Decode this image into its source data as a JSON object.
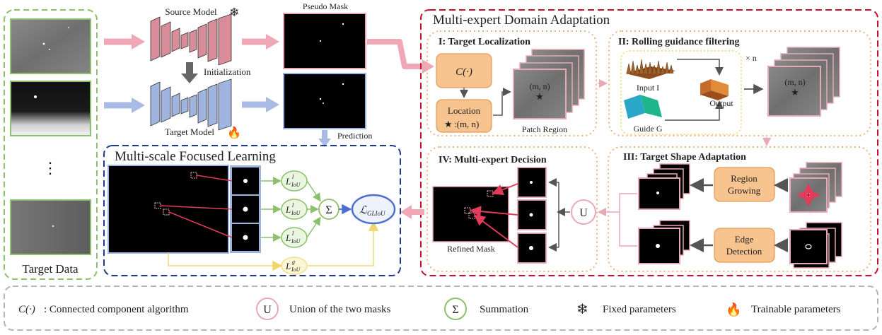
{
  "source_model": "Source Model",
  "target_model": "Target Model",
  "initialization": "Initialization",
  "pseudo_mask": "Pseudo Mask",
  "prediction": "Prediction",
  "target_data": "Target Data",
  "dots": "⋮",
  "mda_title": "Multi-expert Domain Adaptation",
  "mfl_title": "Multi-scale Focused Learning",
  "panel1": {
    "title": "I:  Target Localization",
    "cc": "C(·)",
    "location": "Location",
    "location_coord": ":(m, n)",
    "patch_coord": "(m, n)",
    "patch_region": "Patch Region"
  },
  "panel2": {
    "title": "II:  Rolling guidance filtering",
    "times_n": "× n",
    "input": "Input I",
    "guide": "Guide G",
    "output": "Output",
    "out_coord": "(m, n)"
  },
  "panel3": {
    "title": "III:  Target Shape Adaptation",
    "region_growing": [
      "Region",
      "Growing"
    ],
    "edge_detection": [
      "Edge",
      "Detection"
    ]
  },
  "panel4": {
    "title": "IV:  Multi-expert Decision",
    "refined_mask": "Refined Mask",
    "union_symbol": "U"
  },
  "loss": {
    "local_main": "L",
    "local_sup": "l",
    "local_sub": "IoU",
    "global_sup": "g",
    "sum_symbol": "Σ",
    "gliou_main": "ℒ",
    "gliou_sub": "GLIoU"
  },
  "legend": [
    {
      "symbol": "C(·)",
      "text": ": Connected component algorithm"
    },
    {
      "symbol": "U",
      "text": "Union of the two masks"
    },
    {
      "symbol": "Σ",
      "text": "Summation"
    },
    {
      "symbol": "❄",
      "text": "Fixed parameters"
    },
    {
      "symbol": "🔥",
      "text": "Trainable parameters"
    }
  ],
  "colors": {
    "pink": "#e7a9b5",
    "blue": "#9fb4de",
    "red_dash": "#c8102e",
    "navy_dash": "#1f3a8a",
    "green": "#8cc06b",
    "orange_dot": "#f0b37c",
    "orange_fill": "#f7c38f",
    "yellow": "#f3e08a",
    "ellipse_blue": "#4d6fd1"
  }
}
